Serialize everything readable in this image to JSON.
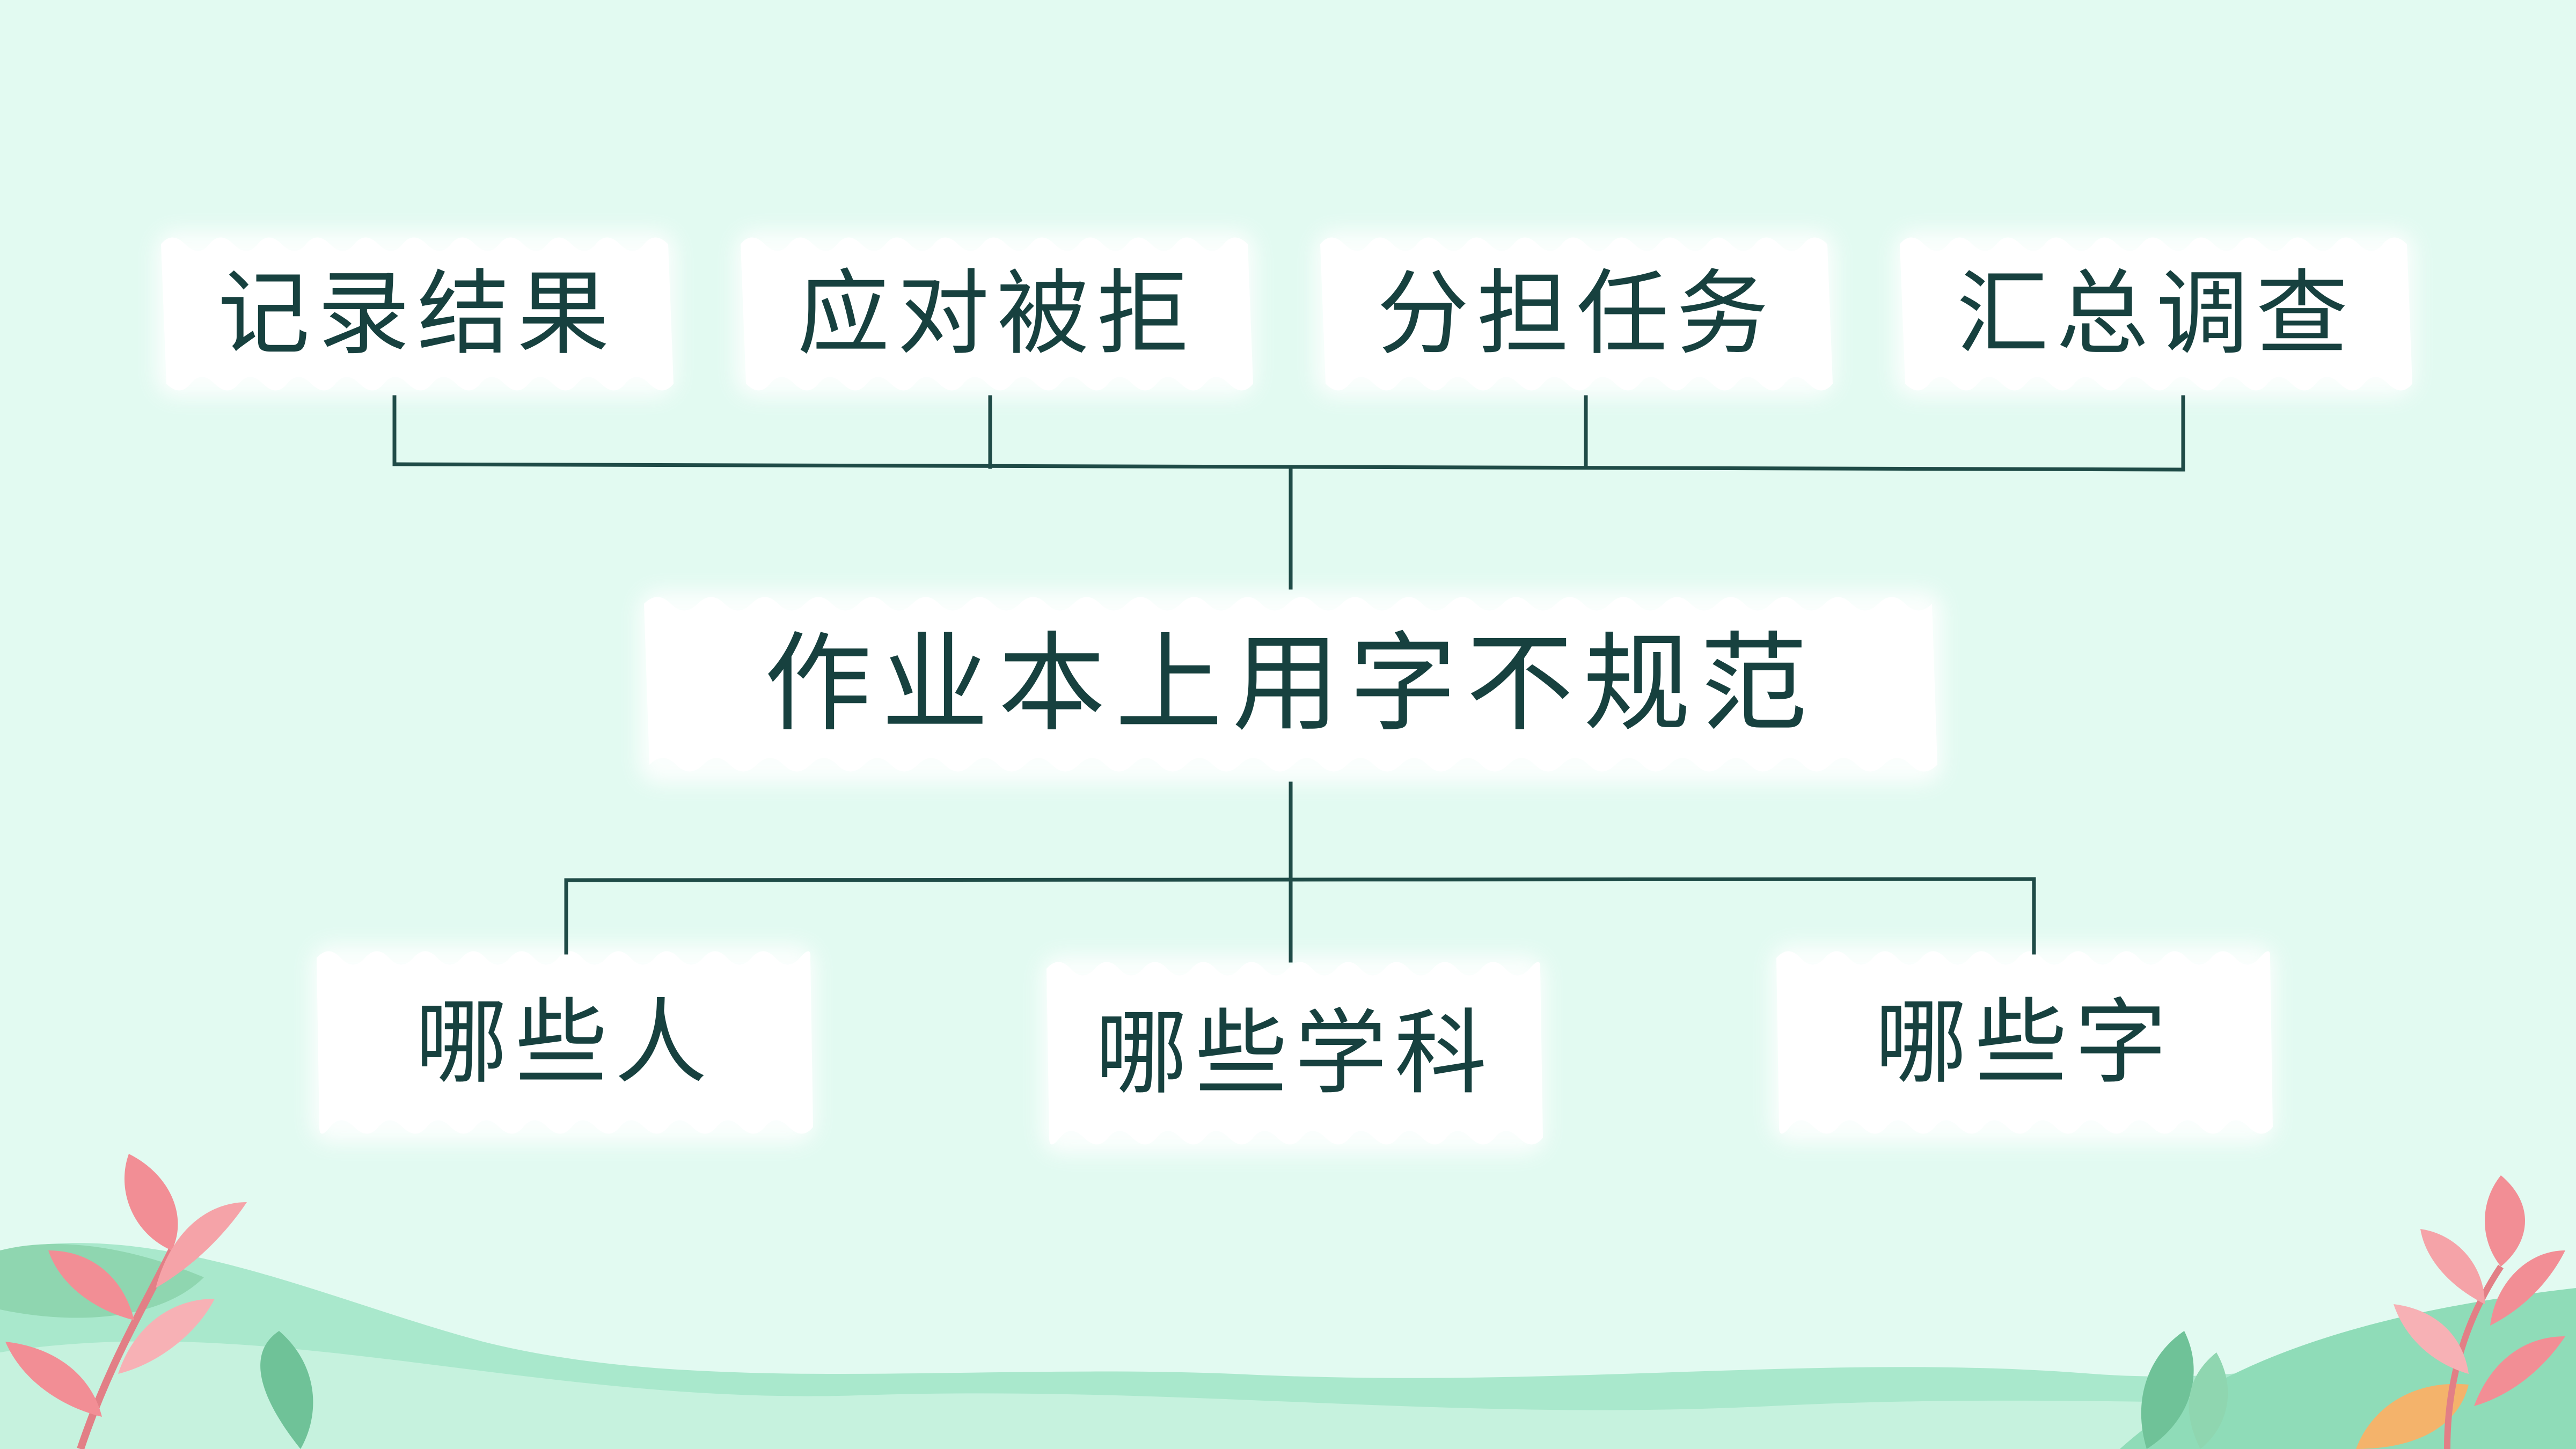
{
  "diagram": {
    "center": {
      "label": "作业本上用字不规范"
    },
    "top_nodes": [
      {
        "label": "记录结果"
      },
      {
        "label": "应对被拒"
      },
      {
        "label": "分担任务"
      },
      {
        "label": "汇总调查"
      }
    ],
    "bottom_nodes": [
      {
        "label": "哪些人"
      },
      {
        "label": "哪些学科"
      },
      {
        "label": "哪些字"
      }
    ]
  },
  "colors": {
    "background": "#e2faf1",
    "box_fill": "#ffffff",
    "line": "#1f4b47",
    "text": "#17413f",
    "leaf_pink": "#f28e95",
    "leaf_green": "#7cc9a0",
    "hill_green": "#9fe3c4",
    "petal_orange": "#f4b36b"
  }
}
